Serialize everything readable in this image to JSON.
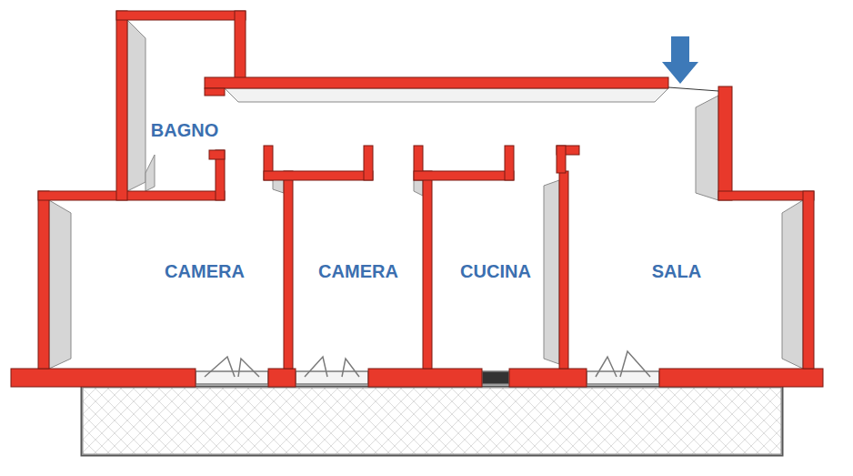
{
  "diagram": {
    "labels": [
      "BAGNO",
      "CAMERA",
      "CAMERA",
      "CUCINA",
      "SALA"
    ]
  }
}
